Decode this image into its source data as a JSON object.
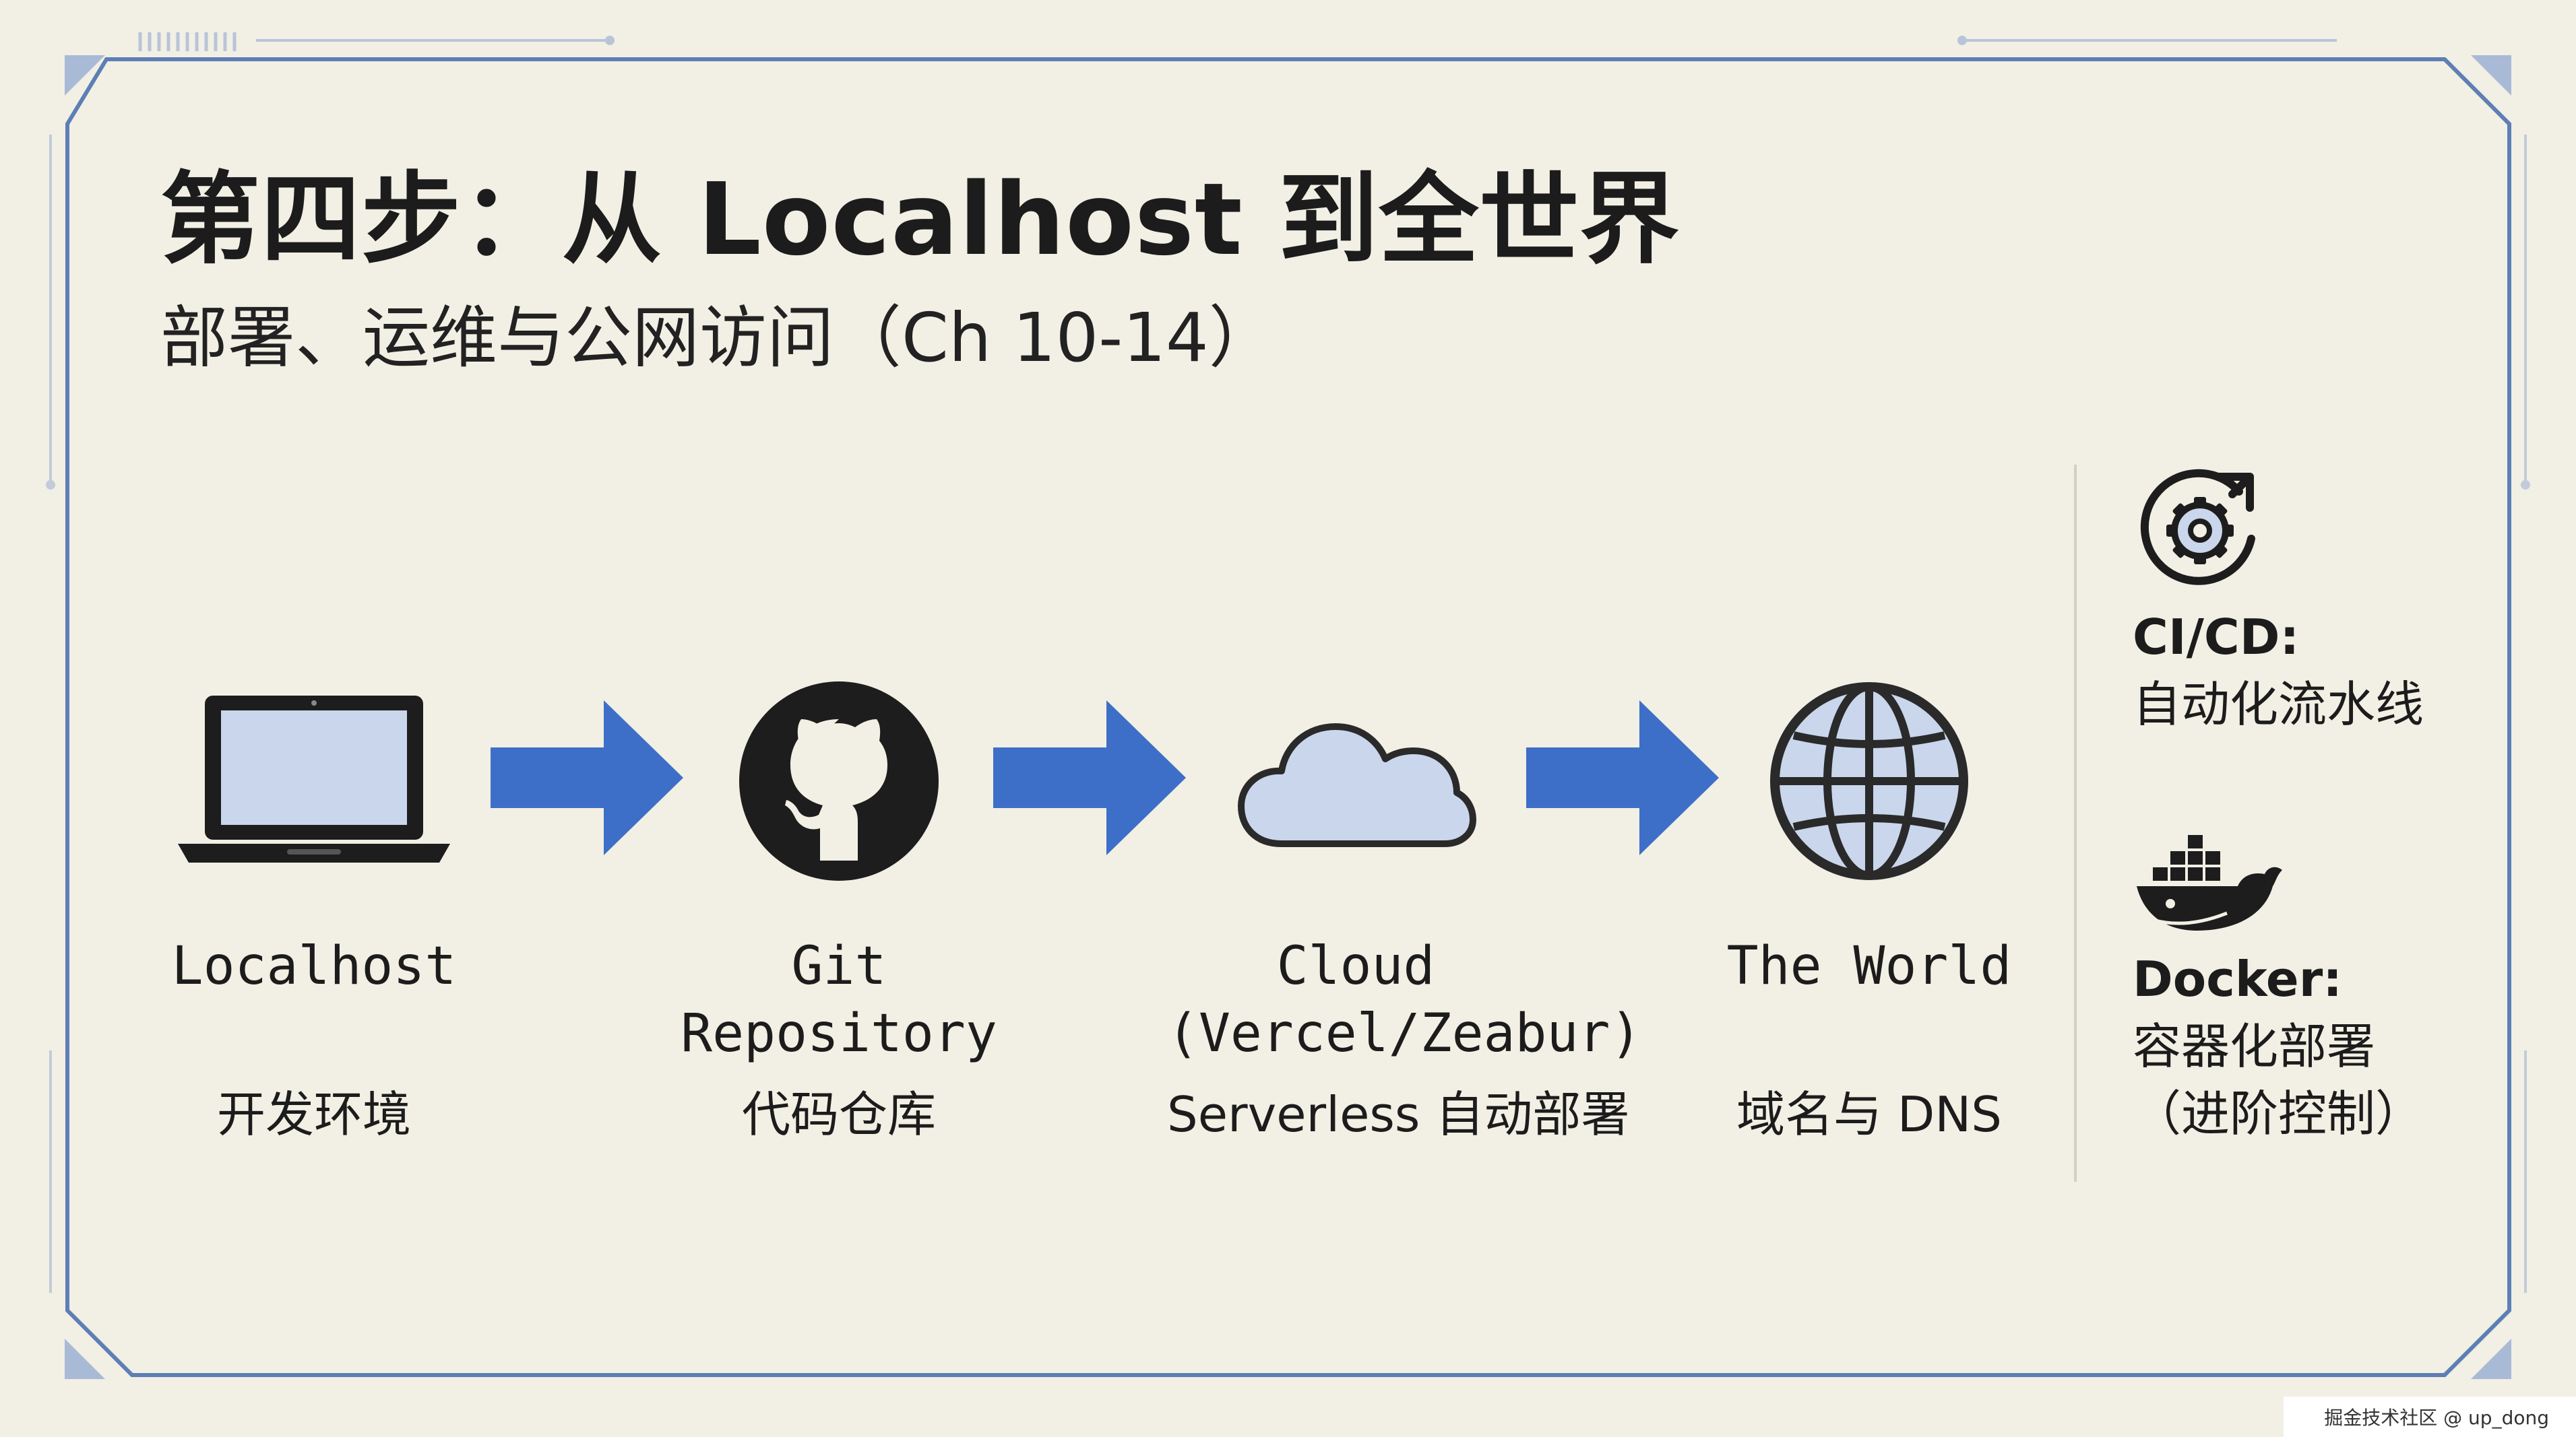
{
  "title": "第四步：从 Localhost 到全世界",
  "subtitle": "部署、运维与公网访问（Ch 10-14）",
  "pipeline": [
    {
      "icon": "laptop-icon",
      "name": "Localhost",
      "desc": "开发环境"
    },
    {
      "icon": "github-icon",
      "name": "Git\nRepository",
      "desc": "代码仓库"
    },
    {
      "icon": "cloud-icon",
      "name": "Cloud\n(Vercel/Zeabur)",
      "desc": "Serverless 自动部署"
    },
    {
      "icon": "globe-icon",
      "name": "The World",
      "desc": "域名与 DNS"
    }
  ],
  "side": {
    "cicd": {
      "icon": "gear-sync-icon",
      "label": "CI/CD:",
      "text": "自动化流水线"
    },
    "docker": {
      "icon": "docker-icon",
      "label": "Docker:",
      "text_1": "容器化部署",
      "text_2": "（进阶控制）"
    }
  },
  "watermark": "掘金技术社区 @ up_dong",
  "colors": {
    "background": "#f2efe4",
    "frame": "#5d7fb5",
    "arrow": "#3d6fc8",
    "icon_fill": "#c9d6ec",
    "ink": "#1c1c1c"
  }
}
